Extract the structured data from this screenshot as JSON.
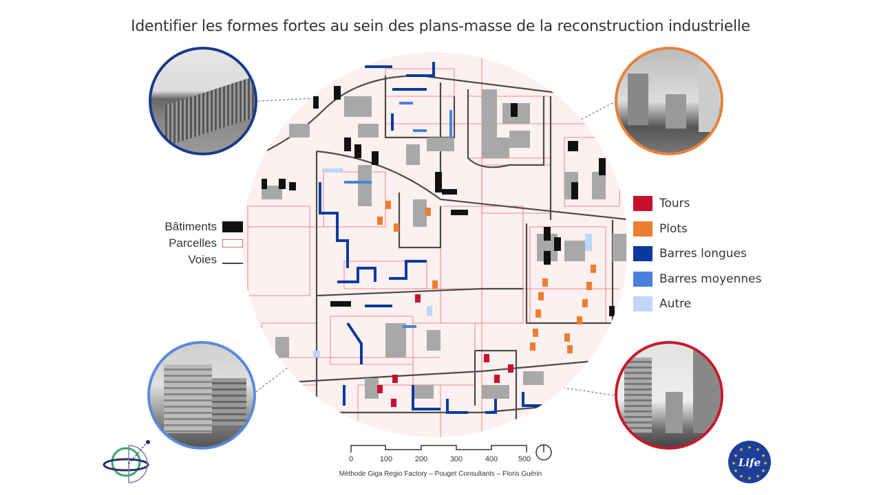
{
  "title": "Identifier les formes fortes au sein des plans-masse de la reconstruction industrielle",
  "legend_left": [
    {
      "label": "Bâtiments",
      "symbol": "black-fill"
    },
    {
      "label": "Parcelles",
      "symbol": "red-outline"
    },
    {
      "label": "Voies",
      "symbol": "dark-line"
    }
  ],
  "legend_right": [
    {
      "label": "Tours",
      "color": "#c8102e"
    },
    {
      "label": "Plots",
      "color": "#ed7d31"
    },
    {
      "label": "Barres longues",
      "color": "#0b3a9e"
    },
    {
      "label": "Barres moyennes",
      "color": "#4a80dc"
    },
    {
      "label": "Autre",
      "color": "#bfd6f6"
    }
  ],
  "photos": [
    {
      "name": "barre-longue-photo",
      "border": "#1a3a8a"
    },
    {
      "name": "plots-photo",
      "border": "#e8823a"
    },
    {
      "name": "barre-moyenne-photo",
      "border": "#5a8ad8"
    },
    {
      "name": "tours-photo",
      "border": "#c8182e"
    }
  ],
  "scale": {
    "ticks": [
      "0",
      "100",
      "200",
      "300",
      "400",
      "500"
    ]
  },
  "credit": "Méthode Giga Regio Factory – Pouget Consultants – Floris Guérin",
  "logos": {
    "eu_life": "Life"
  }
}
